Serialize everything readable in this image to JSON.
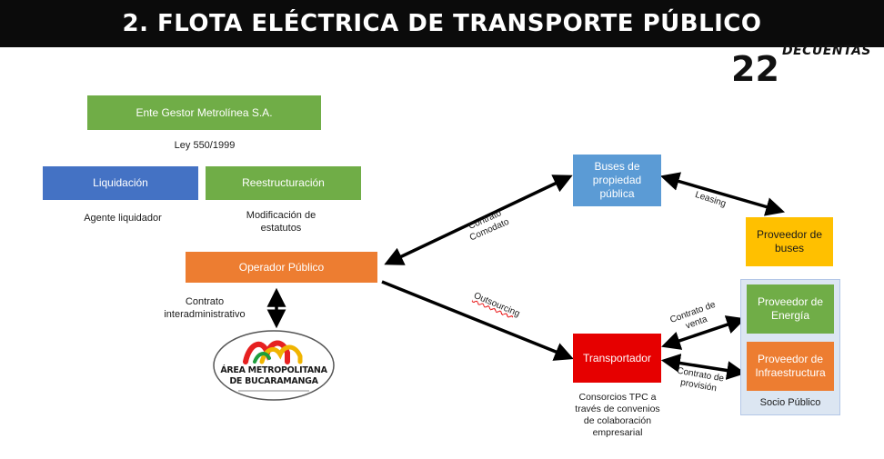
{
  "header": {
    "title": "2. FLOTA ELÉCTRICA DE TRANSPORTE PÚBLICO",
    "brand_number": "22",
    "brand_word": "DECUENTAS"
  },
  "nodes": {
    "ente_gestor": "Ente Gestor Metrolínea S.A.",
    "liquidacion": "Liquidación",
    "reestructuracion": "Reestructuración",
    "operador_publico": "Operador Público",
    "buses_propiedad": [
      "Buses de",
      "propiedad",
      "pública"
    ],
    "proveedor_buses": [
      "Proveedor de",
      "buses"
    ],
    "transportador": "Transportador",
    "proveedor_energia": [
      "Proveedor de",
      "Energía"
    ],
    "proveedor_infraestructura": [
      "Proveedor de",
      "Infraestructura"
    ],
    "socio_publico": "Socio Público"
  },
  "labels": {
    "ley": "Ley 550/1999",
    "agente_liquidador": "Agente liquidador",
    "modificacion": [
      "Modificación de",
      "estatutos"
    ],
    "contrato_interadministrativo": [
      "Contrato",
      "interadministrativo"
    ],
    "contrato_comodato": [
      "Contrato",
      "Comodato"
    ],
    "outsourcing": "Outsourcing",
    "leasing": "Leasing",
    "contrato_venta": [
      "Contrato de",
      "venta"
    ],
    "contrato_provision": [
      "Contrato de",
      "provisión"
    ],
    "consorcios": [
      "Consorcios TPC a",
      "través de convenios",
      "de colaboración",
      "empresarial"
    ]
  },
  "logo": {
    "line1": "ÁREA METROPOLITANA",
    "line2": "DE BUCARAMANGA"
  },
  "colors": {
    "green": "#70ad47",
    "blue": "#4472c4",
    "light_blue": "#5b9bd5",
    "orange": "#ed7d31",
    "yellow": "#ffc000",
    "red": "#e60000",
    "banner": "#0b0b0b"
  }
}
